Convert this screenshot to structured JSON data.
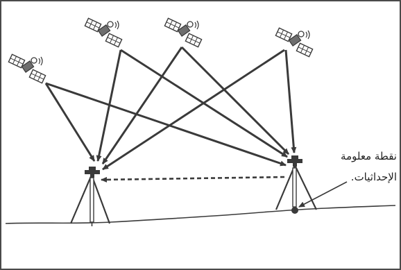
{
  "annotation": {
    "line1": "نقطة معلومة",
    "line2": "الإحداثيات."
  },
  "colors": {
    "stroke": "#3a3a3a",
    "border": "#4a4a4a",
    "background": "#ffffff"
  },
  "icons": {
    "satellite": "satellite-icon",
    "receiver": "gps-receiver-icon",
    "tripod": "tripod-icon",
    "point": "known-point-marker"
  }
}
